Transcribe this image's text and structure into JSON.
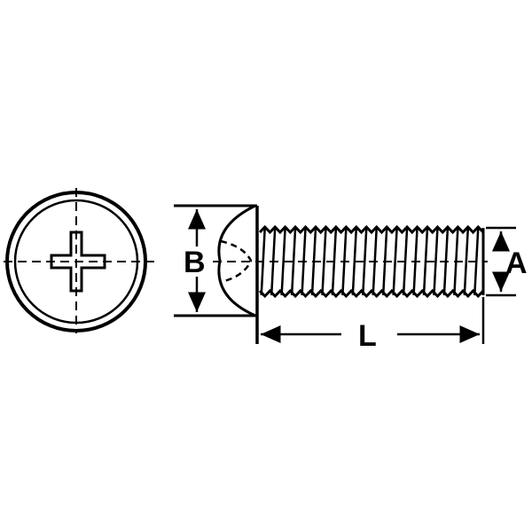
{
  "labels": {
    "head_diameter": "B",
    "thread_diameter": "A",
    "length": "L"
  },
  "colors": {
    "line": "#000000",
    "background": "#ffffff"
  },
  "thread_count": 22
}
